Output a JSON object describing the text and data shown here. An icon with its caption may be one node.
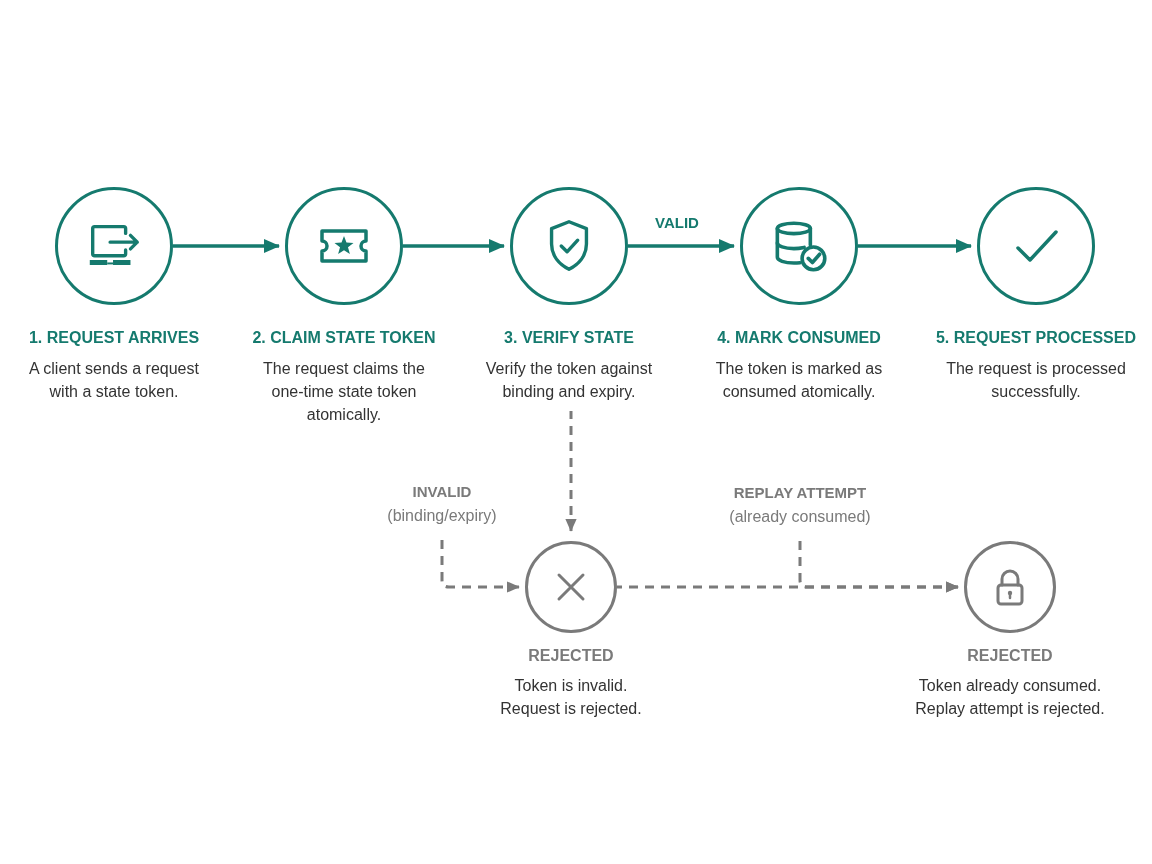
{
  "diagram": {
    "nodes": [
      {
        "text": [
          "1. REQUEST ARRIVES",
          "A client sends a request with a state token."
        ]
      },
      {
        "text": [
          "2. CLAIM STATE TOKEN",
          "The request claims the one-time state token atomically."
        ]
      },
      {
        "text": [
          "3. VERIFY STATE",
          "Verify the token against binding and expiry."
        ]
      },
      {
        "text": [
          "4. MARK CONSUMED",
          "The token is marked as consumed atomically."
        ]
      },
      {
        "text": [
          "5. REQUEST PROCESSED",
          "The request is processed successfully."
        ]
      },
      {
        "text": [
          "INVALID",
          "(binding/expiry)"
        ]
      },
      {
        "text": [
          "REPLAY ATTEMPT",
          "(already consumed)"
        ]
      },
      {
        "text": [
          "REJECTED",
          "Token is invalid. Request is rejected."
        ]
      },
      {
        "text": [
          "REJECTED",
          "Token already consumed. Replay attempt is rejected."
        ]
      }
    ],
    "edges": [
      {
        "from": 0,
        "to": 1,
        "arrow": "to"
      },
      {
        "from": 1,
        "to": 2,
        "arrow": "to"
      },
      {
        "from": 2,
        "to": 3,
        "arrow": "to",
        "label": "VALID"
      },
      {
        "from": 3,
        "to": 4,
        "arrow": "to"
      },
      {
        "from": 2,
        "to": 7,
        "arrow": "to",
        "style": "dashed",
        "color": "#7a7a7a"
      },
      {
        "from": 5,
        "to": 7,
        "arrow": "to",
        "style": "dashed",
        "color": "#7a7a7a"
      },
      {
        "from": 7,
        "to": 8,
        "arrow": "to",
        "style": "dashed",
        "color": "#7a7a7a"
      },
      {
        "from": 6,
        "to": 8,
        "arrow": "to",
        "style": "dashed",
        "color": "#7a7a7a"
      }
    ]
  }
}
